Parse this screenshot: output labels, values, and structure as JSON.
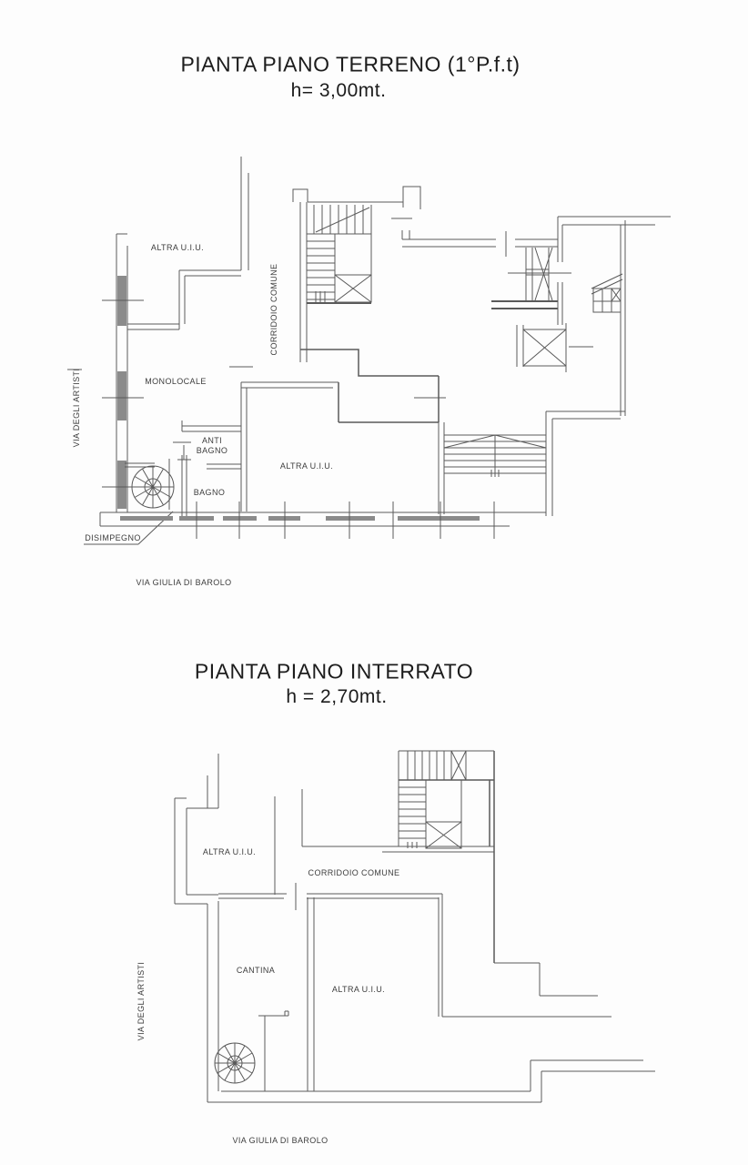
{
  "colors": {
    "line": "#5a5a5a",
    "text": "#3d3d3d",
    "title_text": "#1c1c1c",
    "background": "#fdfdfd"
  },
  "ground_floor": {
    "title": "PIANTA PIANO TERRENO (1°P.f.t)",
    "height_note": "h= 3,00mt.",
    "rooms": {
      "altra_uiu_top": "ALTRA U.I.U.",
      "corridoio_comune": "CORRIDOIO COMUNE",
      "monolocale": "MONOLOCALE",
      "anti_bagno_line1": "ANTI",
      "anti_bagno_line2": "BAGNO",
      "bagno": "BAGNO",
      "altra_uiu_center": "ALTRA U.I.U.",
      "disimpegno": "DISIMPEGNO"
    },
    "streets": {
      "left": "VIA DEGLI ARTISTI",
      "bottom": "VIA GIULIA DI BAROLO"
    }
  },
  "basement": {
    "title": "PIANTA PIANO INTERRATO",
    "height_note": "h = 2,70mt.",
    "rooms": {
      "altra_uiu_left": "ALTRA U.I.U.",
      "corridoio_comune": "CORRIDOIO COMUNE",
      "cantina": "CANTINA",
      "altra_uiu_right": "ALTRA U.I.U."
    },
    "streets": {
      "left": "VIA DEGLI ARTISTI",
      "bottom": "VIA GIULIA DI BAROLO"
    }
  }
}
